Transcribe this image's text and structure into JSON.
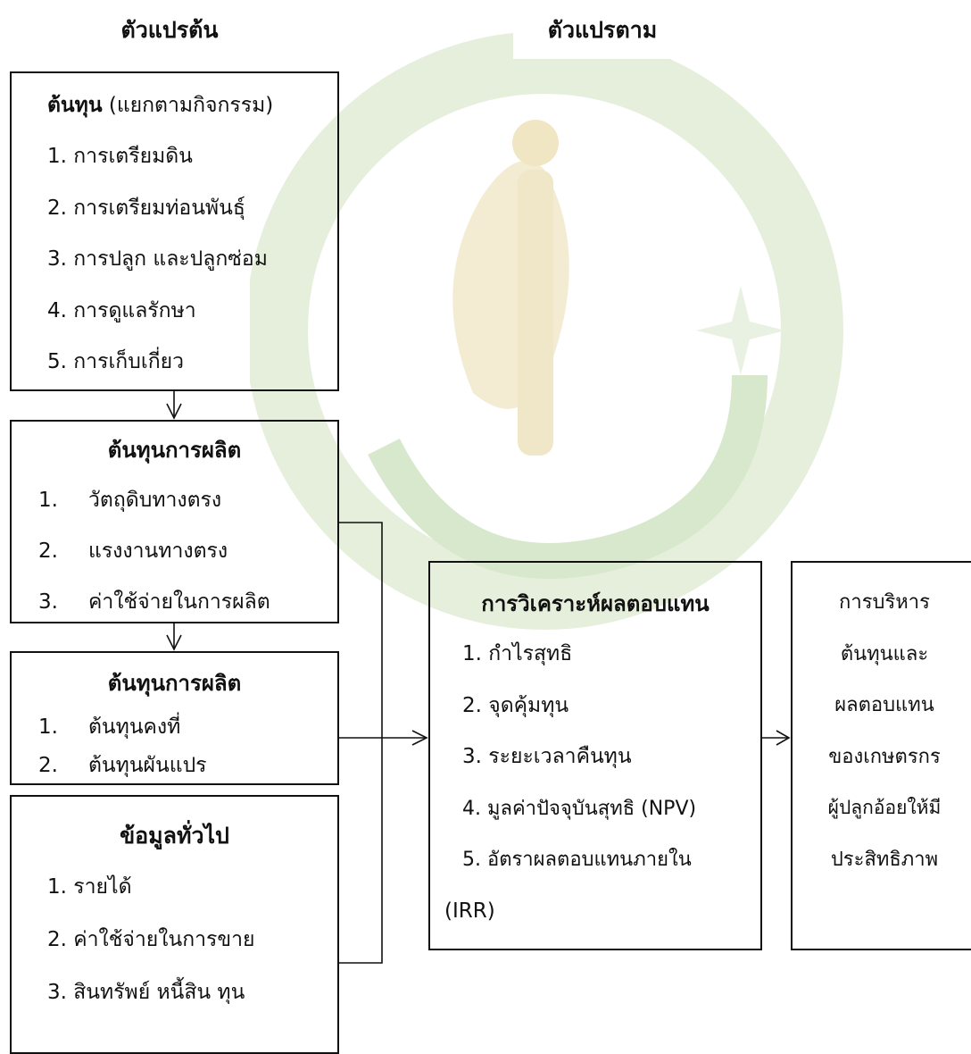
{
  "headers": {
    "independent": "ตัวแปรต้น",
    "dependent": "ตัวแปรตาม"
  },
  "cost_box": {
    "title_bold": "ต้นทุน",
    "title_rest": " (แยกตามกิจกรรม)",
    "items": [
      "1. การเตรียมดิน",
      "2. การเตรียมท่อนพันธุ์",
      "3. การปลูก และปลูกซ่อม",
      "4. การดูแลรักษา",
      "5. การเก็บเกี่ยว"
    ]
  },
  "production_cost_box1": {
    "title": "ต้นทุนการผลิต",
    "items": [
      {
        "num": "1.",
        "text": "วัตถุดิบทางตรง"
      },
      {
        "num": "2.",
        "text": "แรงงานทางตรง"
      },
      {
        "num": "3.",
        "text": "ค่าใช้จ่ายในการผลิต"
      }
    ]
  },
  "production_cost_box2": {
    "title": "ต้นทุนการผลิต",
    "items": [
      {
        "num": "1.",
        "text": "ต้นทุนคงที่"
      },
      {
        "num": "2.",
        "text": "ต้นทุนผันแปร"
      }
    ]
  },
  "general_info_box": {
    "title": "ข้อมูลทั่วไป",
    "items": [
      "1. รายได้",
      "2. ค่าใช้จ่ายในการขาย",
      "3. สินทรัพย์ หนี้สิน ทุน"
    ]
  },
  "return_analysis_box": {
    "title": "การวิเคราะห์ผลตอบแทน",
    "items": [
      "1. กำไรสุทธิ",
      "2. จุดคุ้มทุน",
      "3. ระยะเวลาคืนทุน",
      "4. มูลค่าปัจจุบันสุทธิ (NPV)",
      "5. อัตราผลตอบแทนภายใน"
    ],
    "continuation": "(IRR)"
  },
  "management_box": {
    "lines": [
      "การบริหาร",
      "ต้นทุนและ",
      "ผลตอบแทน",
      "ของเกษตรกร",
      "ผู้ปลูกอ้อยให้มี",
      "ประสิทธิภาพ"
    ]
  },
  "colors": {
    "watermark": "#cfe3c6",
    "watermark_gold": "#ecdca8",
    "line": "#111111"
  }
}
